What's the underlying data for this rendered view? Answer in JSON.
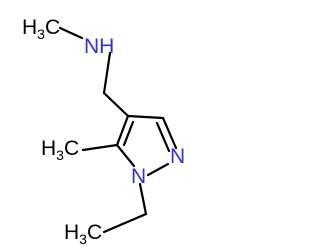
{
  "molecule": {
    "atoms": {
      "amine": {
        "symbol": "N",
        "suffix": "H",
        "color": "#3333cc"
      },
      "n_methyl": {
        "symbol": "H",
        "subscript": "3",
        "suffix": "C",
        "color": "#000000"
      },
      "ring_c_methyl": {
        "symbol": "H",
        "subscript": "3",
        "suffix": "C",
        "color": "#000000"
      },
      "ring_n2": {
        "symbol": "N",
        "color": "#3333cc"
      },
      "ring_n1": {
        "symbol": "N",
        "color": "#3333cc"
      },
      "ethyl_ch3": {
        "symbol": "H",
        "subscript": "3",
        "suffix": "C",
        "color": "#000000"
      }
    }
  }
}
